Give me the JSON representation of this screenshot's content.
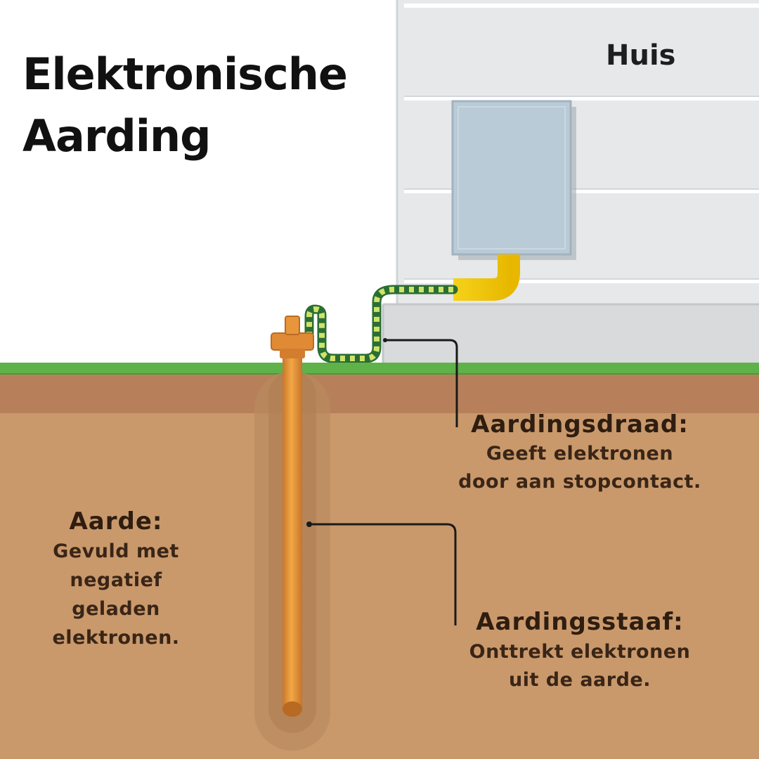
{
  "title": {
    "line1": "Elektronische",
    "line2": "Aarding"
  },
  "house_label": "Huis",
  "callouts": {
    "wire": {
      "heading": "Aardingsdraad:",
      "line1": "Geeft elektronen",
      "line2": "door aan stopcontact."
    },
    "rod": {
      "heading": "Aardingsstaaf:",
      "line1": "Onttrekt elektronen",
      "line2": "uit de aarde."
    },
    "earth": {
      "heading": "Aarde:",
      "line1": "Gevuld met",
      "line2": "negatief",
      "line3": "geladen",
      "line4": "elektronen."
    }
  },
  "colors": {
    "siding": "#e6e8ea",
    "siding_line": "#ffffff",
    "foundation": "#d9dbdd",
    "meter_box": "#b9cbd6",
    "conduit": "#f4cb14",
    "wire_green": "#2e8b3c",
    "wire_yellow": "#cfe36a",
    "grass": "#5fb14a",
    "topsoil": "#b8805a",
    "soil": "#c9996c",
    "rod": "#e89a3c",
    "leader": "#1a1a1a"
  }
}
